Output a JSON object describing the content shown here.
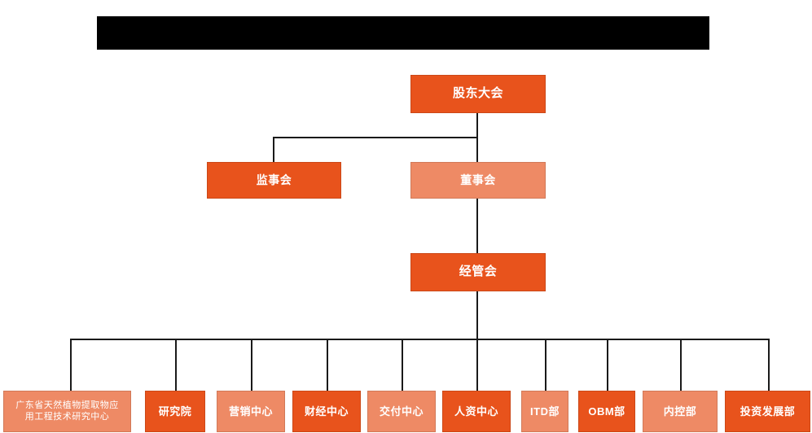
{
  "page": {
    "title_bar": {
      "name": "redacted-title-banner",
      "text": ""
    },
    "background_color": "#FFFFFF"
  },
  "colors": {
    "primary_orange": "#E8531C",
    "secondary_salmon": "#EE8A65",
    "line_color": "#1A1A1A",
    "text_color": "#FFFFFF",
    "banner_color": "#000000"
  },
  "chart_type": "organization-chart",
  "nodes": {
    "level1": [
      {
        "id": "shareholders-meeting",
        "label": "股东大会",
        "style": "primary",
        "font_size": 15
      }
    ],
    "level2": [
      {
        "id": "board-of-supervisors",
        "label": "监事会",
        "style": "primary",
        "font_size": 14
      },
      {
        "id": "board-of-directors",
        "label": "董事会",
        "style": "secondary",
        "font_size": 14
      }
    ],
    "level3": [
      {
        "id": "management-committee",
        "label": "经管会",
        "style": "primary",
        "font_size": 15
      }
    ],
    "level4": [
      {
        "id": "guangdong-research-center",
        "label": "广东省天然植物提取物应\n用工程技术研究中心",
        "style": "secondary",
        "font_size": 11
      },
      {
        "id": "research-institute",
        "label": "研究院",
        "style": "primary",
        "font_size": 13
      },
      {
        "id": "marketing-center",
        "label": "营销中心",
        "style": "secondary",
        "font_size": 13
      },
      {
        "id": "finance-center",
        "label": "财经中心",
        "style": "primary",
        "font_size": 13
      },
      {
        "id": "delivery-center",
        "label": "交付中心",
        "style": "secondary",
        "font_size": 13
      },
      {
        "id": "hr-center",
        "label": "人资中心",
        "style": "primary",
        "font_size": 13
      },
      {
        "id": "itd-department",
        "label": "ITD部",
        "style": "secondary",
        "font_size": 13
      },
      {
        "id": "obm-department",
        "label": "OBM部",
        "style": "primary",
        "font_size": 13
      },
      {
        "id": "internal-control-department",
        "label": "内控部",
        "style": "secondary",
        "font_size": 13
      },
      {
        "id": "investment-development-department",
        "label": "投资发展部",
        "style": "primary",
        "font_size": 13
      }
    ]
  }
}
